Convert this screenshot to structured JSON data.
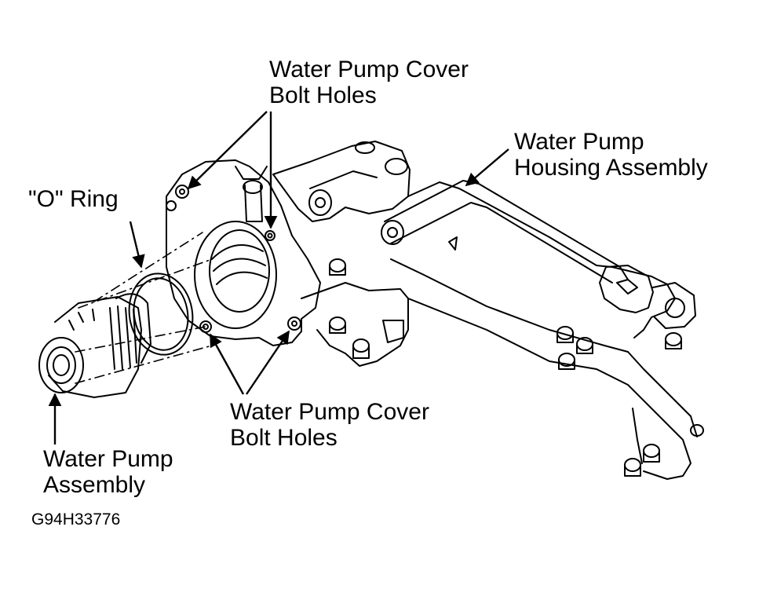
{
  "labels": {
    "cover_bolt_holes_top": {
      "line1": "Water Pump Cover",
      "line2": "Bolt Holes"
    },
    "housing_assembly": {
      "line1": "Water Pump",
      "line2": "Housing Assembly"
    },
    "o_ring": {
      "line1": "\"O\" Ring"
    },
    "cover_bolt_holes_bottom": {
      "line1": "Water Pump Cover",
      "line2": "Bolt Holes"
    },
    "pump_assembly": {
      "line1": "Water Pump",
      "line2": "Assembly"
    }
  },
  "figure_code": "G94H33776",
  "colors": {
    "ink": "#000000",
    "background": "#ffffff"
  }
}
